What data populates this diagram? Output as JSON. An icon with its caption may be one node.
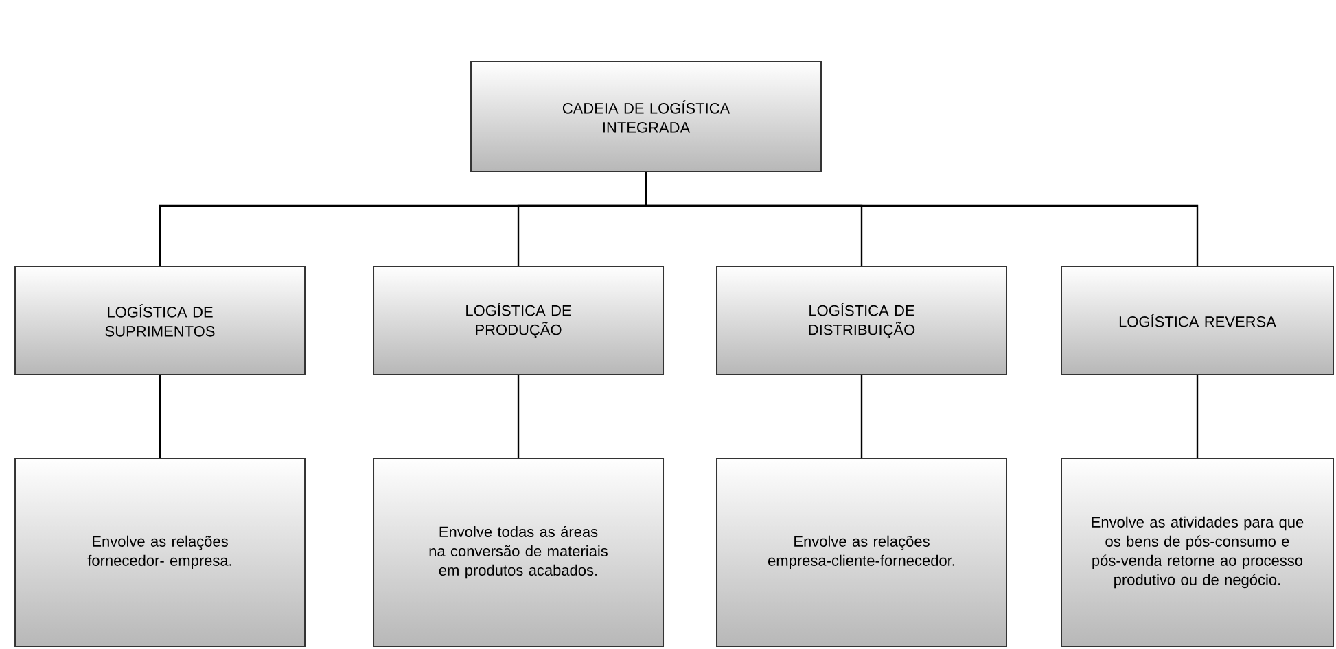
{
  "diagram": {
    "nodes": [
      {
        "text": [
          "CADEIA DE LOGÍSTICA INTEGRADA"
        ]
      },
      {
        "text": [
          "LOGÍSTICA DE SUPRIMENTOS"
        ]
      },
      {
        "text": [
          "LOGÍSTICA DE PRODUÇÃO"
        ]
      },
      {
        "text": [
          "LOGÍSTICA DE DISTRIBUIÇÃO"
        ]
      },
      {
        "text": [
          "LOGÍSTICA REVERSA"
        ]
      },
      {
        "text": [
          "Envolve as relações fornecedor- empresa."
        ]
      },
      {
        "text": [
          "Envolve todas as áreas na conversão de materiais em produtos acabados."
        ]
      },
      {
        "text": [
          "Envolve as relações empresa-cliente-fornecedor."
        ]
      },
      {
        "text": [
          "Envolve as atividades para que os bens de pós-consumo e pós-venda retorne ao processo produtivo ou de negócio."
        ]
      }
    ],
    "edges": [
      {
        "from": 0,
        "to": 1,
        "arrow": "none"
      },
      {
        "from": 0,
        "to": 2,
        "arrow": "none"
      },
      {
        "from": 0,
        "to": 3,
        "arrow": "none"
      },
      {
        "from": 0,
        "to": 4,
        "arrow": "none"
      },
      {
        "from": 1,
        "to": 5,
        "arrow": "none"
      },
      {
        "from": 2,
        "to": 6,
        "arrow": "none"
      },
      {
        "from": 3,
        "to": 7,
        "arrow": "none"
      },
      {
        "from": 4,
        "to": 8,
        "arrow": "none"
      }
    ]
  }
}
